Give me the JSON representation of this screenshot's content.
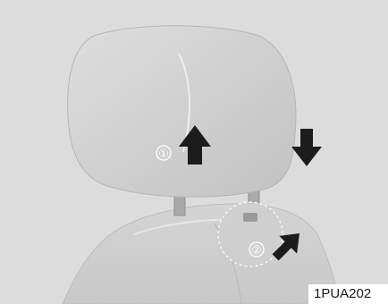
{
  "illustration": {
    "step_1_label": "①",
    "step_2_label": "②",
    "image_code": "1PUA202",
    "colors": {
      "background": "#dcdcdc",
      "seat": "#d2d2d2",
      "arrow": "#1c1c1c"
    },
    "icons": [
      "arrow-up-icon",
      "arrow-down-icon",
      "arrow-diagonal-icon"
    ]
  }
}
